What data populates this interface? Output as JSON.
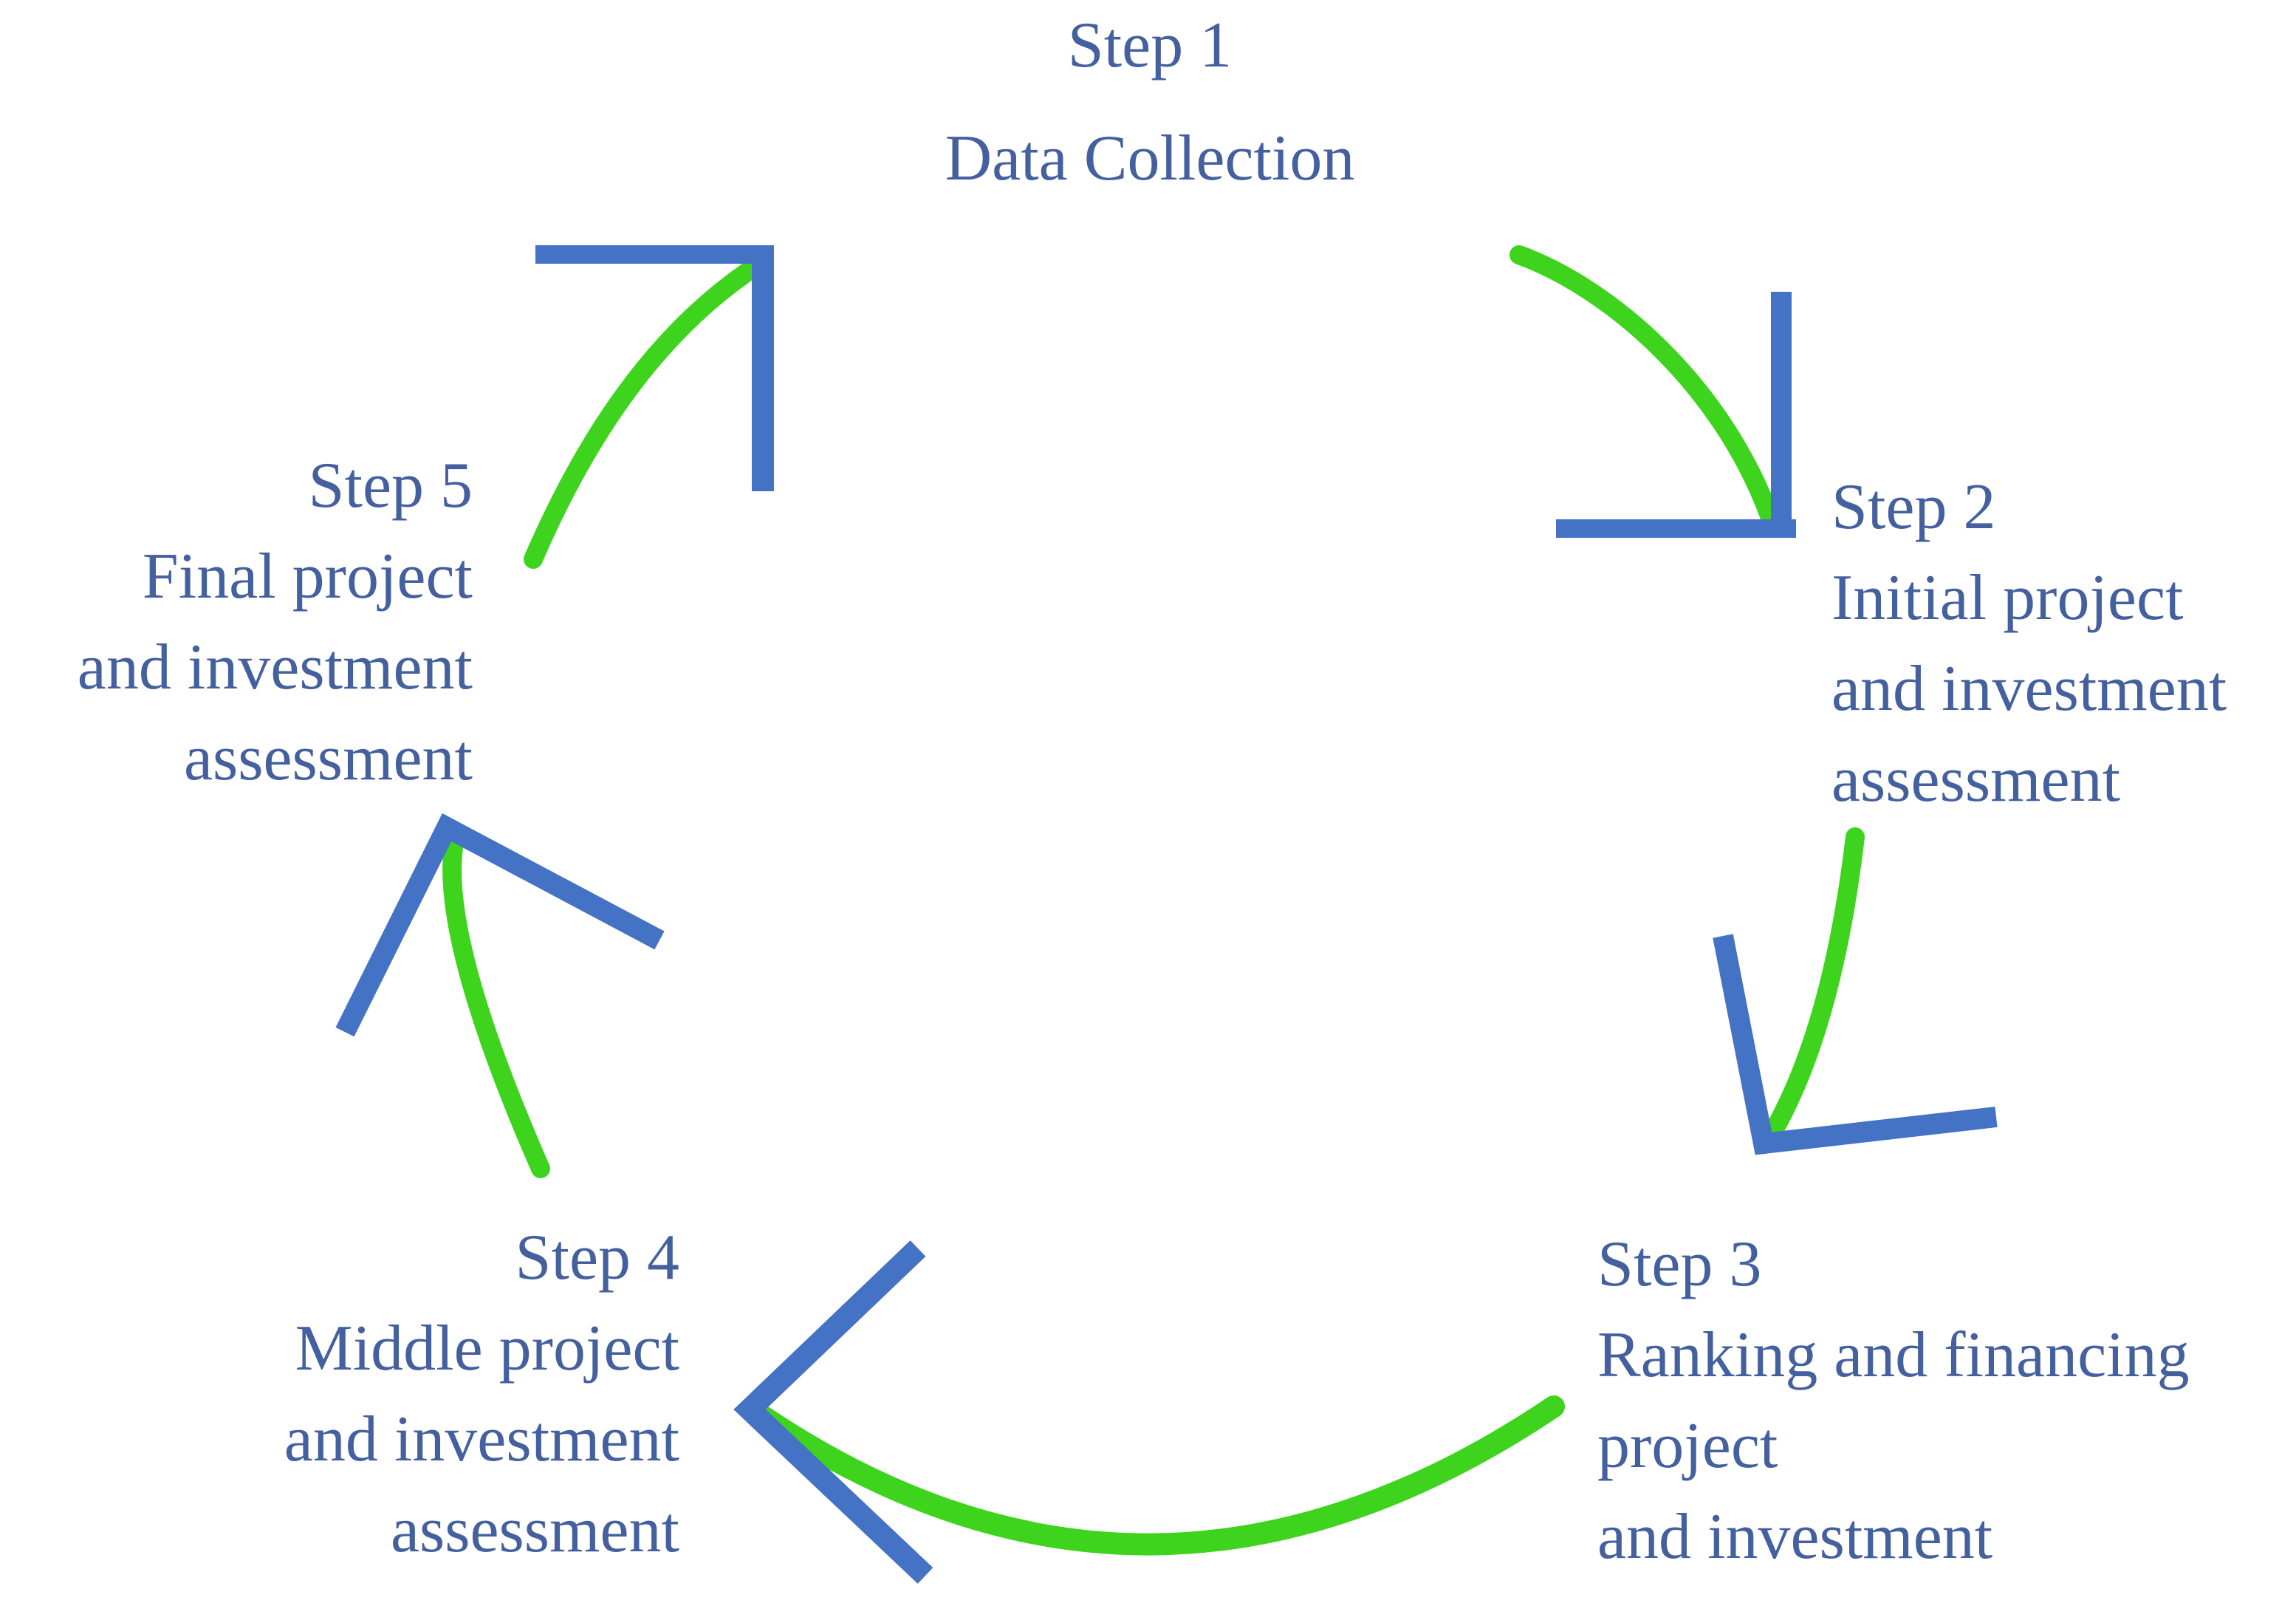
{
  "diagram": {
    "type": "cyclic-process",
    "steps": [
      {
        "label": "Step 1",
        "lines": [
          "Data Collection"
        ]
      },
      {
        "label": "Step 2",
        "lines": [
          "Initial project",
          "and investment",
          "assessment"
        ]
      },
      {
        "label": "Step 3",
        "lines": [
          "Ranking and financing",
          "project",
          "and investment"
        ]
      },
      {
        "label": "Step 4",
        "lines": [
          "Middle project",
          "and investment",
          "assessment"
        ]
      },
      {
        "label": "Step 5",
        "lines": [
          "Final project",
          "and investment",
          "assessment"
        ]
      }
    ],
    "flow": [
      {
        "from": "Step 1",
        "to": "Step 2"
      },
      {
        "from": "Step 2",
        "to": "Step 3"
      },
      {
        "from": "Step 3",
        "to": "Step 4"
      },
      {
        "from": "Step 4",
        "to": "Step 5"
      },
      {
        "from": "Step 5",
        "to": "Step 1"
      }
    ]
  },
  "colors": {
    "arc_green": "#3ED41E",
    "arrowhead_blue": "#4472C4",
    "text_blue": "#44609F",
    "background": "#FFFFFF"
  }
}
